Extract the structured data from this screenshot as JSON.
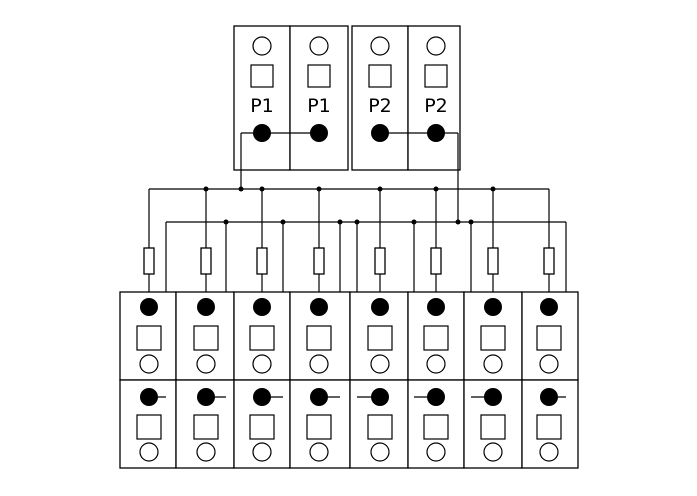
{
  "diagram": {
    "top_terminals": [
      {
        "label": "P1"
      },
      {
        "label": "P1"
      },
      {
        "label": "P2"
      },
      {
        "label": "P2"
      }
    ],
    "bottom_columns": 8,
    "bottom_rows": 2,
    "colors": {
      "line": "#000000",
      "background": "#ffffff"
    }
  }
}
